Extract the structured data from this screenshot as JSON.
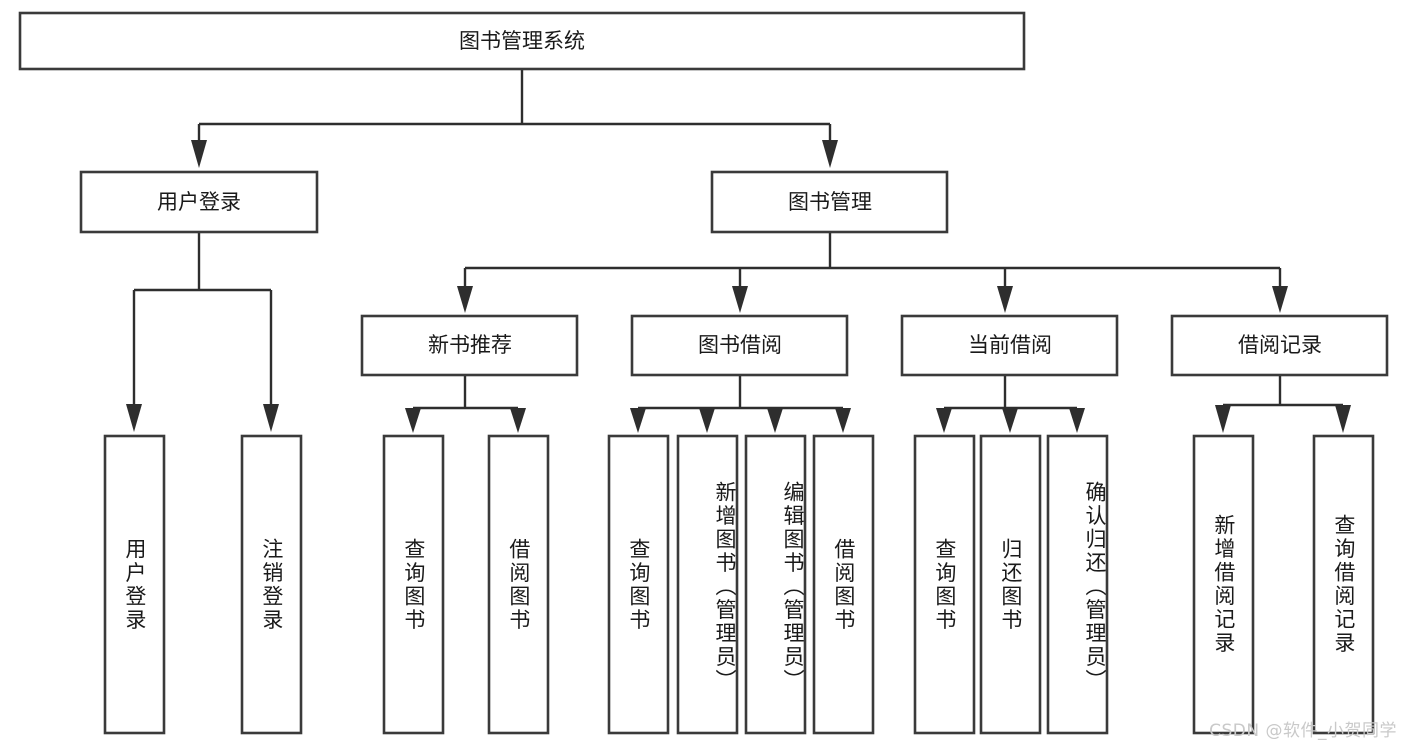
{
  "diagram": {
    "title": "图书管理系统",
    "type": "hierarchy-tree",
    "root": {
      "label": "图书管理系统"
    },
    "level1": [
      {
        "label": "用户登录"
      },
      {
        "label": "图书管理"
      }
    ],
    "level2": [
      {
        "label": "新书推荐"
      },
      {
        "label": "图书借阅"
      },
      {
        "label": "当前借阅"
      },
      {
        "label": "借阅记录"
      }
    ],
    "leaves": {
      "user_login": [
        {
          "label": "用户登录"
        },
        {
          "label": "注销登录"
        }
      ],
      "new_book_recommend": [
        {
          "label": "查询图书"
        },
        {
          "label": "借阅图书"
        }
      ],
      "book_borrow": [
        {
          "label": "查询图书"
        },
        {
          "label": "新增图书（管理员）"
        },
        {
          "label": "编辑图书（管理员）"
        },
        {
          "label": "借阅图书"
        }
      ],
      "current_borrow": [
        {
          "label": "查询图书"
        },
        {
          "label": "归还图书"
        },
        {
          "label": "确认归还（管理员）"
        }
      ],
      "borrow_record": [
        {
          "label": "新增借阅记录"
        },
        {
          "label": "查询借阅记录"
        }
      ]
    }
  },
  "watermark": {
    "text": "CSDN @软件_小贺同学"
  },
  "colors": {
    "box_stroke": "#3a3a3a",
    "box_fill": "#ffffff",
    "connector": "#2e2e2e",
    "text": "#1a1a1a",
    "watermark": "#c9c9c9",
    "background": "#ffffff"
  }
}
